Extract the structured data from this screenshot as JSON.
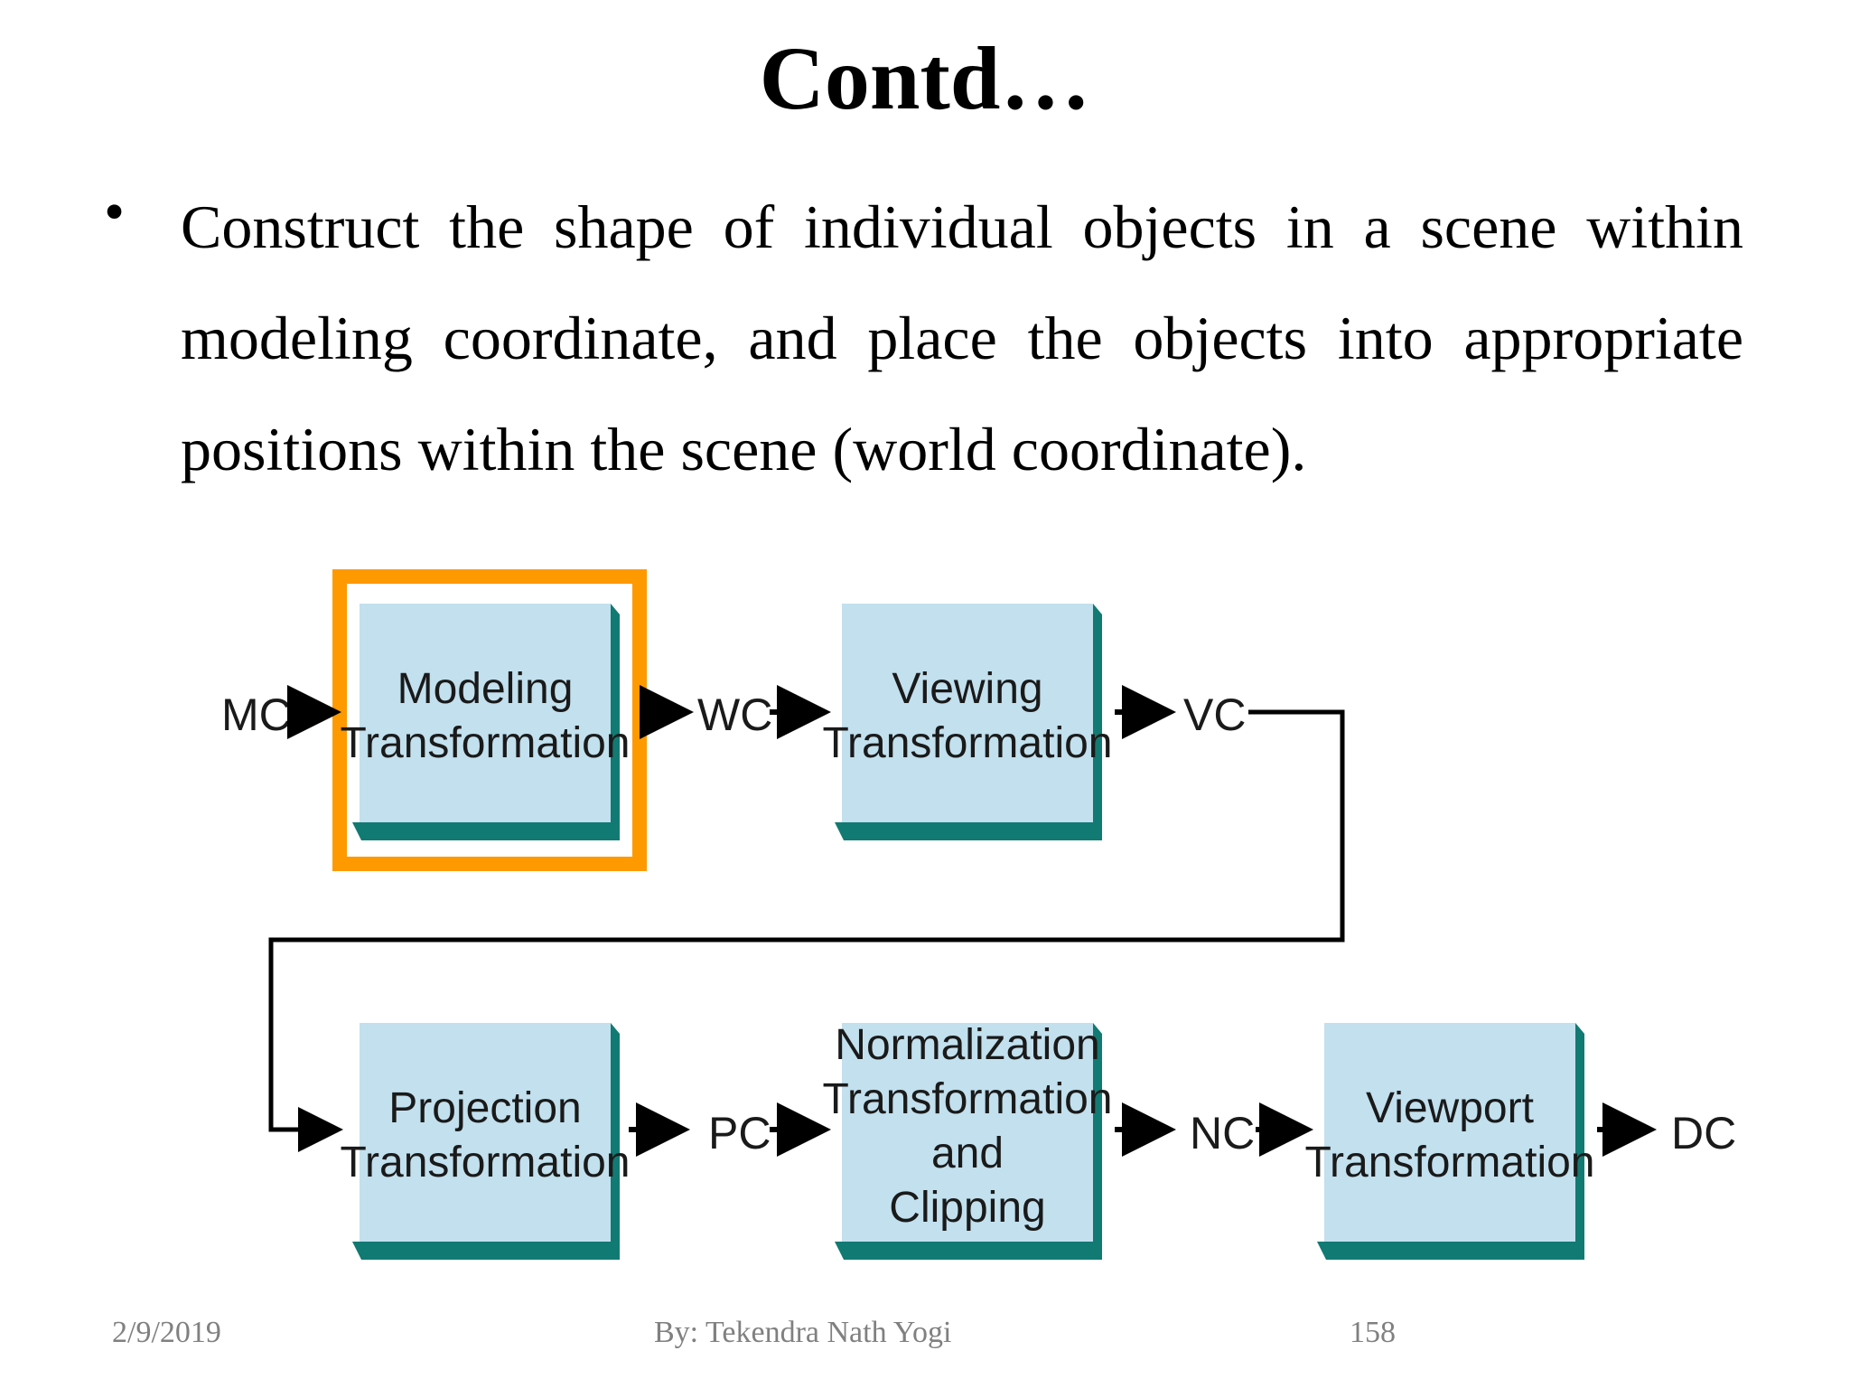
{
  "slide": {
    "title": "Contd…",
    "bullet": "Construct the shape of individual objects in a scene within modeling coordinate, and place the objects into appropriate positions within the scene (world coordinate)."
  },
  "diagram": {
    "colors": {
      "box_face": "#c2e0ee",
      "box_shadow": "#117a73",
      "highlight": "#ff9900",
      "line": "#000000"
    },
    "boxes": [
      {
        "id": "modeling",
        "lines": [
          "Modeling",
          "Transformation"
        ],
        "highlighted": true
      },
      {
        "id": "viewing",
        "lines": [
          "Viewing",
          "Transformation"
        ],
        "highlighted": false
      },
      {
        "id": "projection",
        "lines": [
          "Projection",
          "Transformation"
        ],
        "highlighted": false
      },
      {
        "id": "normalization",
        "lines": [
          "Normalization",
          "Transformation",
          "and",
          "Clipping"
        ],
        "highlighted": false
      },
      {
        "id": "viewport",
        "lines": [
          "Viewport",
          "Transformation"
        ],
        "highlighted": false
      }
    ],
    "coordinates": {
      "mc": "MC",
      "wc": "WC",
      "vc": "VC",
      "pc": "PC",
      "nc": "NC",
      "dc": "DC"
    }
  },
  "footer": {
    "date": "2/9/2019",
    "author": "By: Tekendra Nath Yogi",
    "page": "158"
  }
}
